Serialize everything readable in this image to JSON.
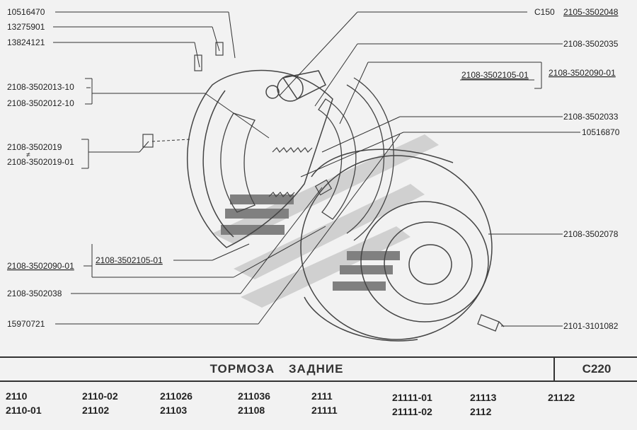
{
  "labels_left": [
    "10516470",
    "13275901",
    "13824121",
    "2108-3502013-10",
    "2108-3502012-10",
    "2108-3502019",
    "≠",
    "2108-3502019-01",
    "2108-3502090-01",
    "2108-3502105-01",
    "2108-3502038",
    "15970721"
  ],
  "labels_right": [
    "C150",
    "2105-3502048",
    "2108-3502035",
    "2108-3502105-01",
    "2108-3502090-01",
    "2108-3502033",
    "10516870",
    "2108-3502078",
    "2101-3101082"
  ],
  "title": "ТОРМОЗА   ЗАДНИЕ",
  "code": "C220",
  "models": [
    "2110",
    "2110-01",
    "2110-02",
    "21102",
    "211026",
    "21103",
    "211036",
    "21108",
    "2111",
    "21111",
    "21111-01",
    "21111-02",
    "21113",
    "2112",
    "21122"
  ]
}
